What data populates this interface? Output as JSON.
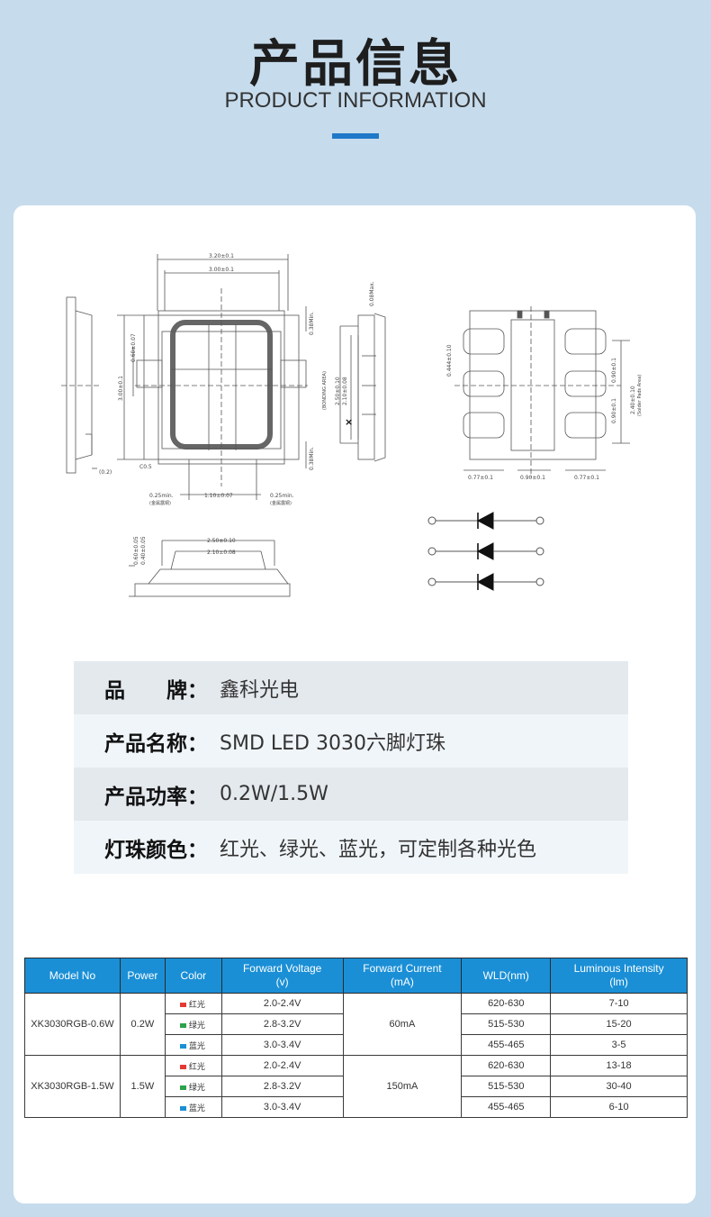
{
  "header": {
    "title_cn": "产品信息",
    "title_en": "PRODUCT INFORMATION"
  },
  "drawing": {
    "dims": {
      "w320": "3.20±0.1",
      "w300": "3.00±0.1",
      "d008": "0.08Max.",
      "d060": "0.60±0.07",
      "d300v": "3.00±0.1",
      "d038a": "0.38Min.",
      "d038b": "0.38Min.",
      "d250v": "2.50±0.10",
      "d210v": "2.10±0.08",
      "bonding": "(BONDING AREA)",
      "c05": "C0.5",
      "d02": "(0.2)",
      "d025a": "0.25min.",
      "d025b": "0.25min.",
      "note_a": "(金属露铜)",
      "note_b": "(金属露铜)",
      "d110": "1.10±0.07",
      "d0444": "0.444±0.10",
      "d077a": "0.77±0.1",
      "d090": "0.90±0.1",
      "d077b": "0.77±0.1",
      "d090a": "0.90±0.1",
      "d090b": "0.90±0.1",
      "d240": "2.40±0.10",
      "solder": "(Solder Pads Area)",
      "d250h": "2.50±0.10",
      "d210h": "2.10±0.08",
      "d060b": "0.60±0.05",
      "d040": "0.40±0.05"
    }
  },
  "info": [
    {
      "key": "品　　牌：",
      "value": "鑫科光电"
    },
    {
      "key": "产品名称：",
      "value": "SMD LED 3030六脚灯珠"
    },
    {
      "key": "产品功率：",
      "value": "0.2W/1.5W"
    },
    {
      "key": "灯珠颜色：",
      "value": "红光、绿光、蓝光，可定制各种光色"
    }
  ],
  "spec_table": {
    "headers": {
      "model": "Model No",
      "power": "Power",
      "color": "Color",
      "voltage": "Forward Voltage\n(v)",
      "current": "Forward Current\n(mA)",
      "wld": "WLD(nm)",
      "intensity": "Luminous Intensity\n(lm)"
    },
    "colors": {
      "red": "#e53935",
      "green": "#2ca24a",
      "blue": "#1a8fd6"
    },
    "groups": [
      {
        "model": "XK3030RGB-0.6W",
        "power": "0.2W",
        "current": "60mA",
        "rows": [
          {
            "color_name": "红光",
            "color": "#e53935",
            "voltage": "2.0-2.4V",
            "wld": "620-630",
            "intensity": "7-10"
          },
          {
            "color_name": "绿光",
            "color": "#2ca24a",
            "voltage": "2.8-3.2V",
            "wld": "515-530",
            "intensity": "15-20"
          },
          {
            "color_name": "蓝光",
            "color": "#1a8fd6",
            "voltage": "3.0-3.4V",
            "wld": "455-465",
            "intensity": "3-5"
          }
        ]
      },
      {
        "model": "XK3030RGB-1.5W",
        "power": "1.5W",
        "current": "150mA",
        "rows": [
          {
            "color_name": "红光",
            "color": "#e53935",
            "voltage": "2.0-2.4V",
            "wld": "620-630",
            "intensity": "13-18"
          },
          {
            "color_name": "绿光",
            "color": "#2ca24a",
            "voltage": "2.8-3.2V",
            "wld": "515-530",
            "intensity": "30-40"
          },
          {
            "color_name": "蓝光",
            "color": "#1a8fd6",
            "voltage": "3.0-3.4V",
            "wld": "455-465",
            "intensity": "6-10"
          }
        ]
      }
    ]
  }
}
